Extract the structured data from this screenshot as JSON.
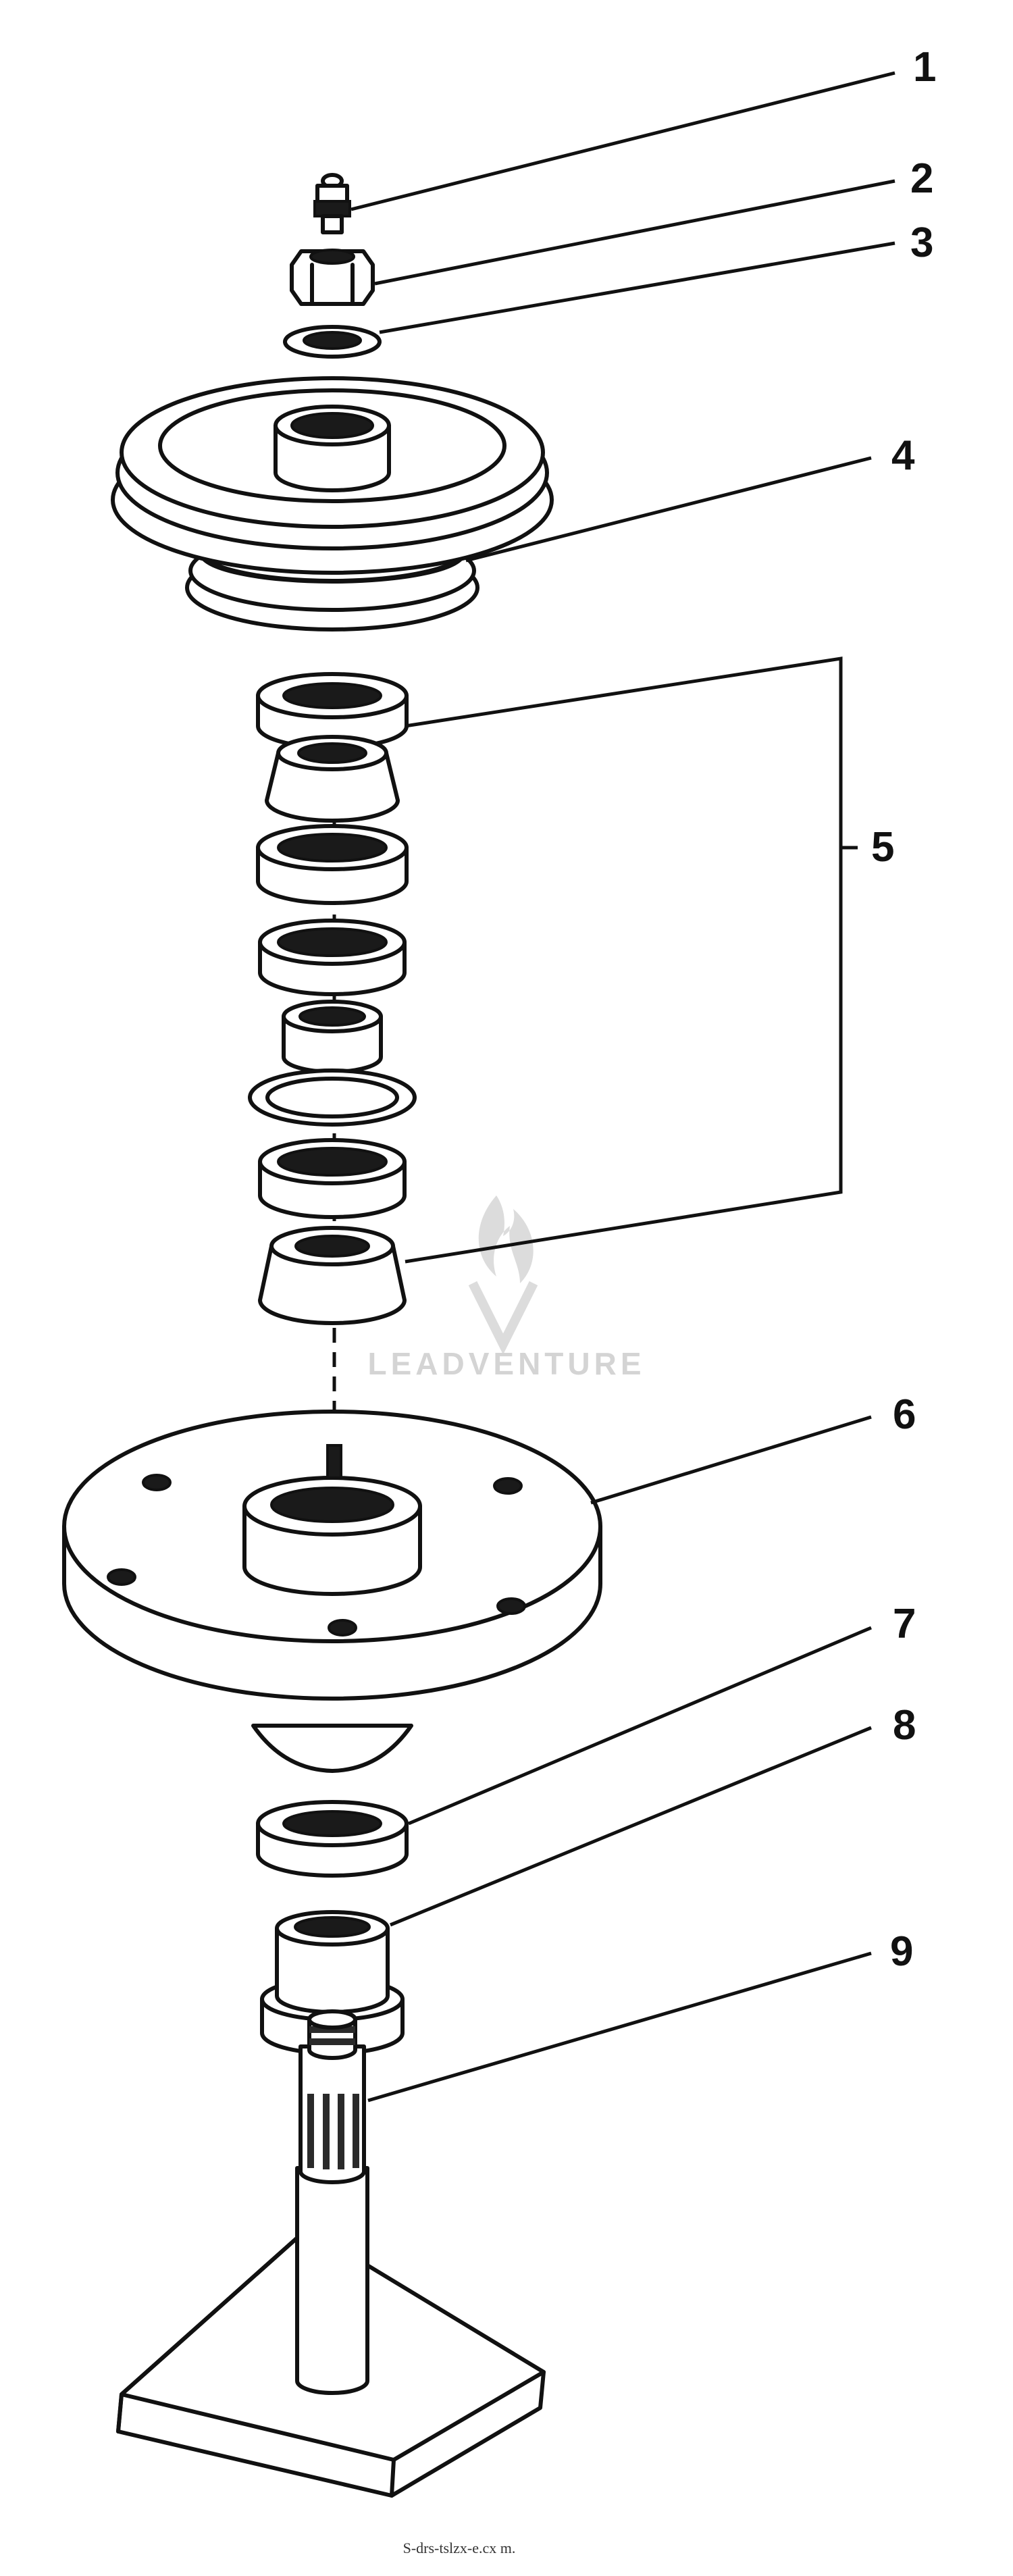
{
  "callouts": [
    {
      "label": "1"
    },
    {
      "label": "2"
    },
    {
      "label": "3"
    },
    {
      "label": "4"
    },
    {
      "label": "5"
    },
    {
      "label": "6"
    },
    {
      "label": "7"
    },
    {
      "label": "8"
    },
    {
      "label": "9"
    }
  ],
  "watermark": {
    "text": "LEADVENTURE"
  },
  "caption": {
    "text": "S-drs-tslzx-e.cx m."
  },
  "colors": {
    "ink": "#111111",
    "paper": "#ffffff",
    "watermark": "#d4d4d4"
  }
}
